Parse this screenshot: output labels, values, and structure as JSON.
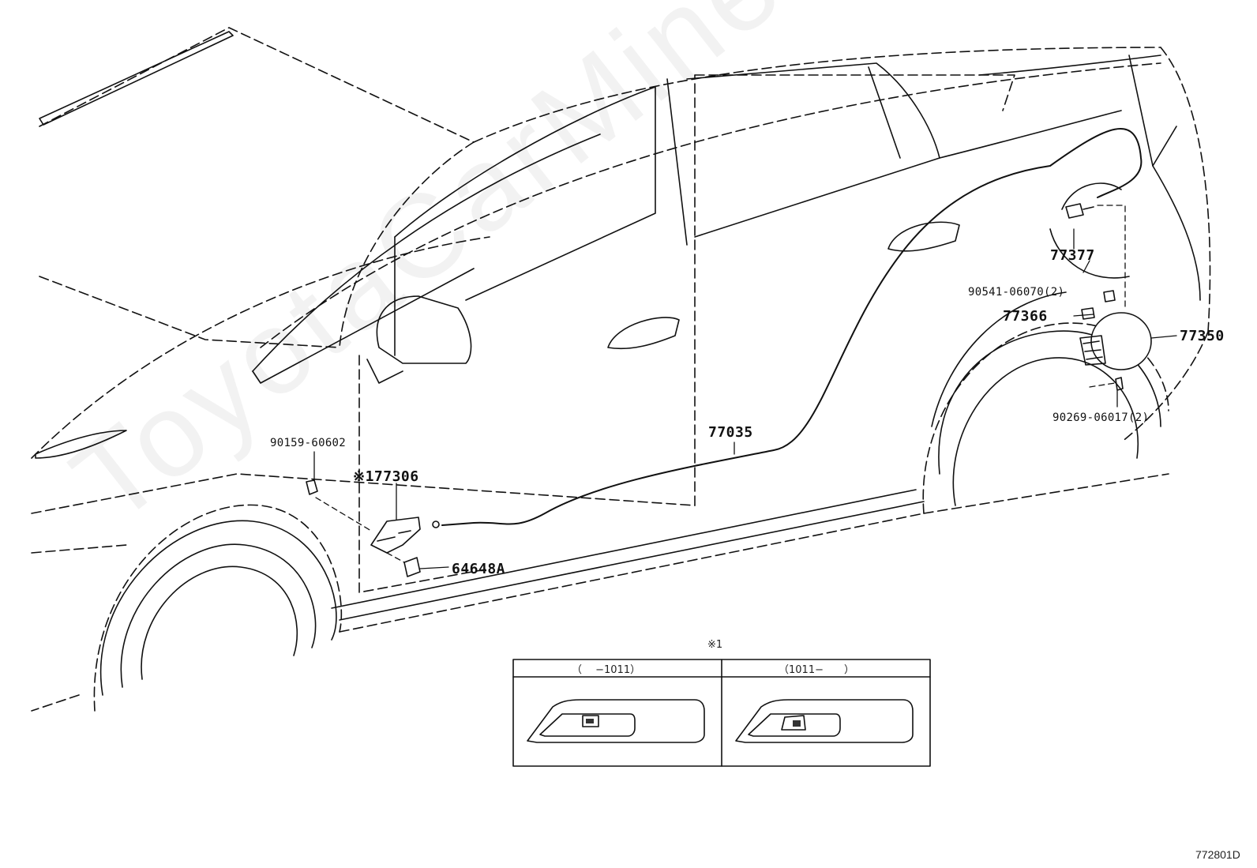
{
  "watermark": "ToyotaCarMine.ru",
  "diagram_id": "772801D",
  "parts": {
    "cable": "77035",
    "fuel_lid": "77350",
    "lock_assy": "77377",
    "hinge_spring": "77366",
    "screw_upper": "90541-06070(2)",
    "screw_lower": "90269-06017(2)",
    "clip": "90159-60602",
    "opener_lever": "※177306",
    "bracket": "64648A"
  },
  "inset": {
    "note": "※1",
    "left_range": "（　 −1011）",
    "right_range": "（1011−　　）"
  }
}
